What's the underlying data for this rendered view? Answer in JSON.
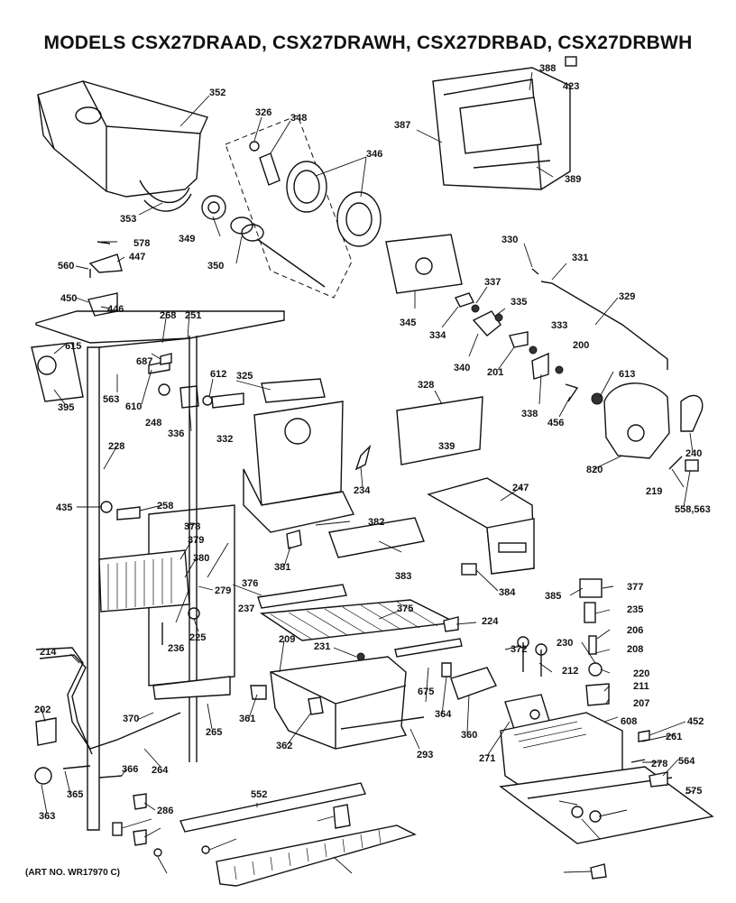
{
  "title": "MODELS CSX27DRAAD, CSX27DRAWH, CSX27DRBAD, CSX27DRBWH",
  "art_number": "(ART NO. WR17970 C)",
  "part_labels": [
    "352",
    "326",
    "348",
    "346",
    "388",
    "423",
    "387",
    "389",
    "353",
    "349",
    "350",
    "578",
    "447",
    "560",
    "450",
    "446",
    "330",
    "331",
    "329",
    "345",
    "337",
    "334",
    "335",
    "340",
    "333",
    "201",
    "200",
    "268",
    "251",
    "615",
    "687",
    "612",
    "563",
    "610",
    "248",
    "395",
    "336",
    "332",
    "325",
    "328",
    "339",
    "338",
    "456",
    "613",
    "820",
    "240",
    "219",
    "558,563",
    "228",
    "234",
    "247",
    "435",
    "258",
    "378",
    "379",
    "380",
    "382",
    "381",
    "383",
    "384",
    "385",
    "377",
    "235",
    "206",
    "208",
    "230",
    "220",
    "211",
    "207",
    "376",
    "375",
    "224",
    "279",
    "225",
    "236",
    "237",
    "209",
    "231",
    "372",
    "212",
    "214",
    "202",
    "370",
    "361",
    "362",
    "675",
    "364",
    "360",
    "293",
    "265",
    "264",
    "271",
    "608",
    "452",
    "261",
    "278",
    "564",
    "575",
    "366",
    "365",
    "363",
    "552",
    "286"
  ]
}
